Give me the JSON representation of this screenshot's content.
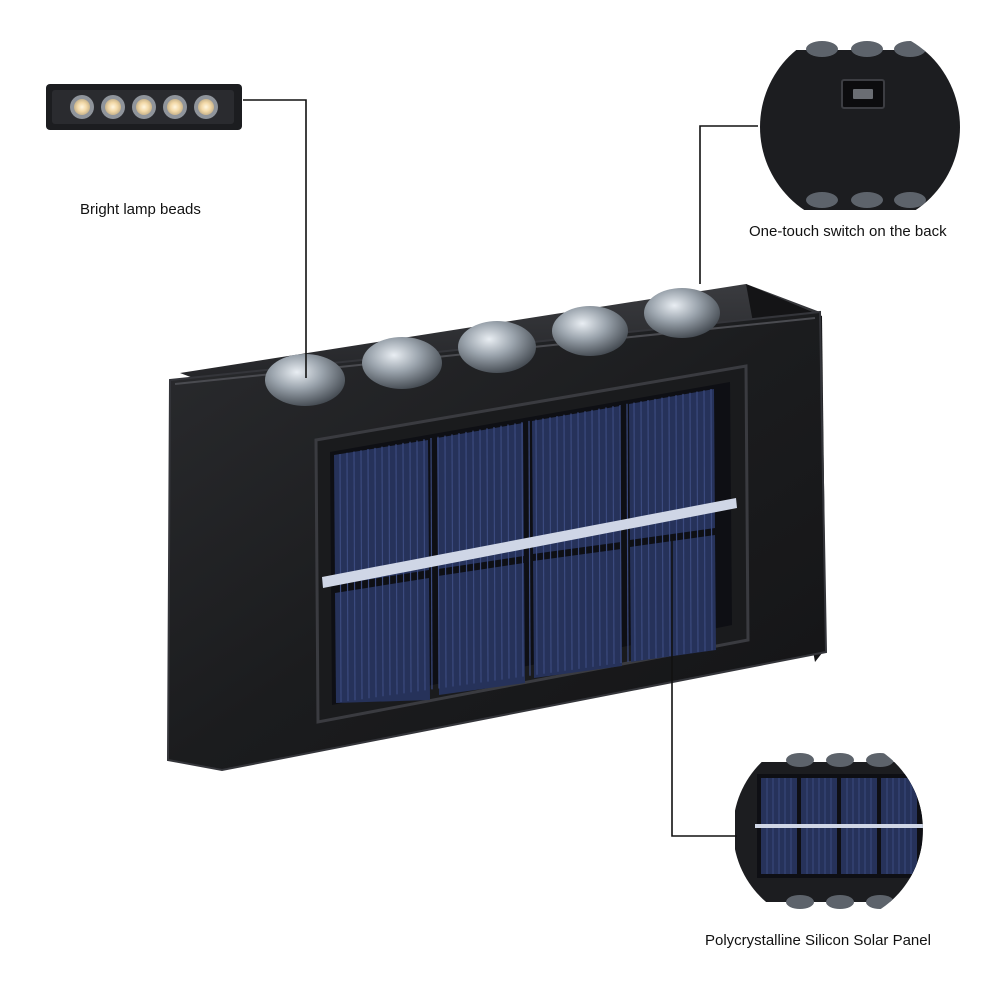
{
  "callouts": {
    "lamp_beads": {
      "label": "Bright lamp beads"
    },
    "switch": {
      "label": "One-touch switch on the back"
    },
    "solar_panel": {
      "label": "Polycrystalline Silicon Solar Panel"
    }
  },
  "product": {
    "lamp_bead_count": 5,
    "solar_cell_columns": 4,
    "solar_cell_rows": 2
  },
  "colors": {
    "background": "#ffffff",
    "body": "#1b1c1e",
    "body_edge": "#2c2d30",
    "cell": "#26325a",
    "cell_line": "#3b4a7e",
    "bus_bar": "#cfd6e6",
    "bead_warm": "#f3d9a8",
    "leader_line": "#111111"
  }
}
